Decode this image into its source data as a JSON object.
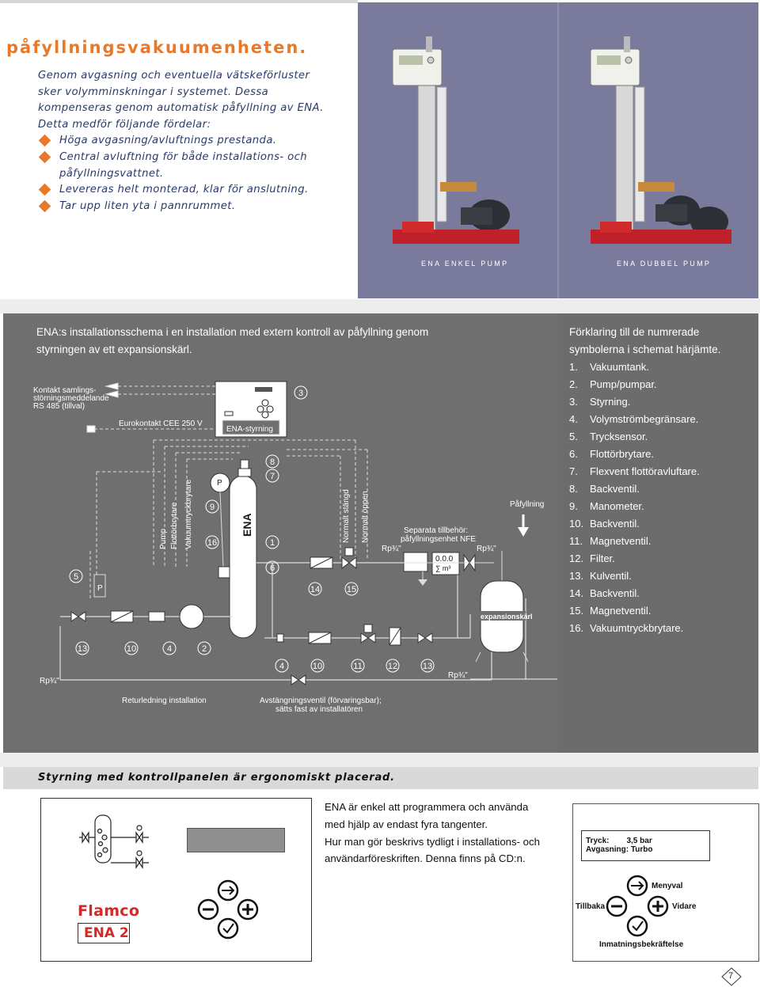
{
  "header": {
    "title": "påfyllningsvakuumenheten."
  },
  "intro": {
    "lines": [
      "Genom avgasning och eventuella vätskeförluster",
      "sker volymminskningar i systemet. Dessa",
      "kompenseras genom automatisk påfyllning av ENA.",
      "Detta medför följande fördelar:"
    ],
    "bullets": [
      "Höga avgasning/avluftnings prestanda.",
      "Central avluftning för både installations- och",
      "påfyllningsvattnet.",
      "Levereras helt monterad, klar för anslutning.",
      "Tar upp liten yta i pannrummet."
    ]
  },
  "photos": {
    "single_caption": "ENA ENKEL PUMP",
    "double_caption": "ENA DUBBEL PUMP"
  },
  "diagram": {
    "title_line1": "ENA:s installationsschema i en installation med extern kontroll av påfyllning genom",
    "title_line2": "styrningen av ett expansionskärl.",
    "labels": {
      "kontakt1": "Kontakt samlings-",
      "kontakt2": "störningsmeddelande",
      "kontakt3": "RS 485 (tillval)",
      "eurokontakt": "Eurokontakt CEE 250 V",
      "styrning": "ENA-styrning",
      "pump": "Pump",
      "flottor": "Flottörbrytare",
      "vakuum": "Vakuumtryckbrytare",
      "ena": "ENA",
      "p_gauge": "P",
      "p_small": "P",
      "normalt_stangd": "Normalt stängd",
      "normalt_oppen": "Normalt öppen",
      "separata1": "Separata tillbehör:",
      "separata2": "påfyllningsenhet NFE",
      "rp_left": "Rp¾\"",
      "rp_mid1": "Rp¾\"",
      "rp_mid2": "Rp¾\"",
      "rp_bottom": "Rp¾\"",
      "meter_reading": "0.0.0",
      "meter_unit": "∑ m³",
      "pafyllning": "Påfyllning",
      "expansionskarl": "expansionskärl",
      "returledning": "Returledning installation",
      "avstangning1": "Avstängningsventil (förvaringsbar);",
      "avstangning2": "sätts fast av installatören"
    },
    "numbers": {
      "n3": "3",
      "n8": "8",
      "n7": "7",
      "n9": "9",
      "n16": "16",
      "n1": "1",
      "n6": "6",
      "n5": "5",
      "n14": "14",
      "n15": "15",
      "n13a": "13",
      "n10a": "10",
      "n4a": "4",
      "n2": "2",
      "n4b": "4",
      "n10b": "10",
      "n11": "11",
      "n12": "12",
      "n13b": "13"
    }
  },
  "legend": {
    "title_line1": "Förklaring till de numrerade",
    "title_line2": "symbolerna i schemat härjämte.",
    "items": [
      {
        "num": "1.",
        "label": "Vakuumtank."
      },
      {
        "num": "2.",
        "label": "Pump/pumpar."
      },
      {
        "num": "3.",
        "label": "Styrning."
      },
      {
        "num": "4.",
        "label": "Volymströmbegränsare."
      },
      {
        "num": "5.",
        "label": "Trycksensor."
      },
      {
        "num": "6.",
        "label": "Flottörbrytare."
      },
      {
        "num": "7.",
        "label": "Flexvent flottöravluftare."
      },
      {
        "num": "8.",
        "label": "Backventil."
      },
      {
        "num": "9.",
        "label": "Manometer."
      },
      {
        "num": "10.",
        "label": "Backventil."
      },
      {
        "num": "11.",
        "label": "Magnetventil."
      },
      {
        "num": "12.",
        "label": "Filter."
      },
      {
        "num": "13.",
        "label": "Kulventil."
      },
      {
        "num": "14.",
        "label": "Backventil."
      },
      {
        "num": "15.",
        "label": "Magnetventil."
      },
      {
        "num": "16.",
        "label": "Vakuumtryckbrytare."
      }
    ]
  },
  "bottom": {
    "title": "Styrning med kontrollpanelen är ergonomiskt placerad.",
    "text": [
      "ENA är enkel att programmera och använda",
      "med hjälp av endast fyra tangenter.",
      "Hur man gör beskrivs tydligt i installations- och",
      "användarföreskriften. Denna finns på CD:n."
    ],
    "brand": "Flamco",
    "model": "ENA 2",
    "display": {
      "line1_label": "Tryck:",
      "line1_value": "3,5 bar",
      "line2_label": "Avgasning:",
      "line2_value": "Turbo"
    },
    "buttons": {
      "menu": "Menyval",
      "back": "Tillbaka",
      "next": "Vidare",
      "confirm": "Inmatningsbekräftelse"
    }
  },
  "page": {
    "number": "7"
  },
  "colors": {
    "accent": "#e8792b",
    "photo_panel": "#7a7b9c",
    "diagram_panel": "#6f6f6f",
    "brand_red": "#d12a2a"
  }
}
